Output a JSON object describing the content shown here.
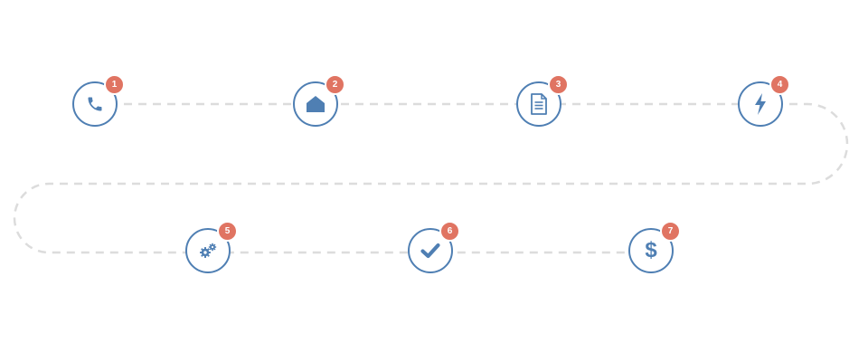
{
  "colors": {
    "ring": "#4f7fb3",
    "badge": "#e07462",
    "path": "#dcdcdc"
  },
  "steps": [
    {
      "number": "1",
      "icon": "phone-icon"
    },
    {
      "number": "2",
      "icon": "home-icon"
    },
    {
      "number": "3",
      "icon": "document-icon"
    },
    {
      "number": "4",
      "icon": "lightning-icon"
    },
    {
      "number": "5",
      "icon": "gears-icon"
    },
    {
      "number": "6",
      "icon": "checkmark-icon"
    },
    {
      "number": "7",
      "icon": "dollar-icon",
      "symbol": "$"
    }
  ]
}
